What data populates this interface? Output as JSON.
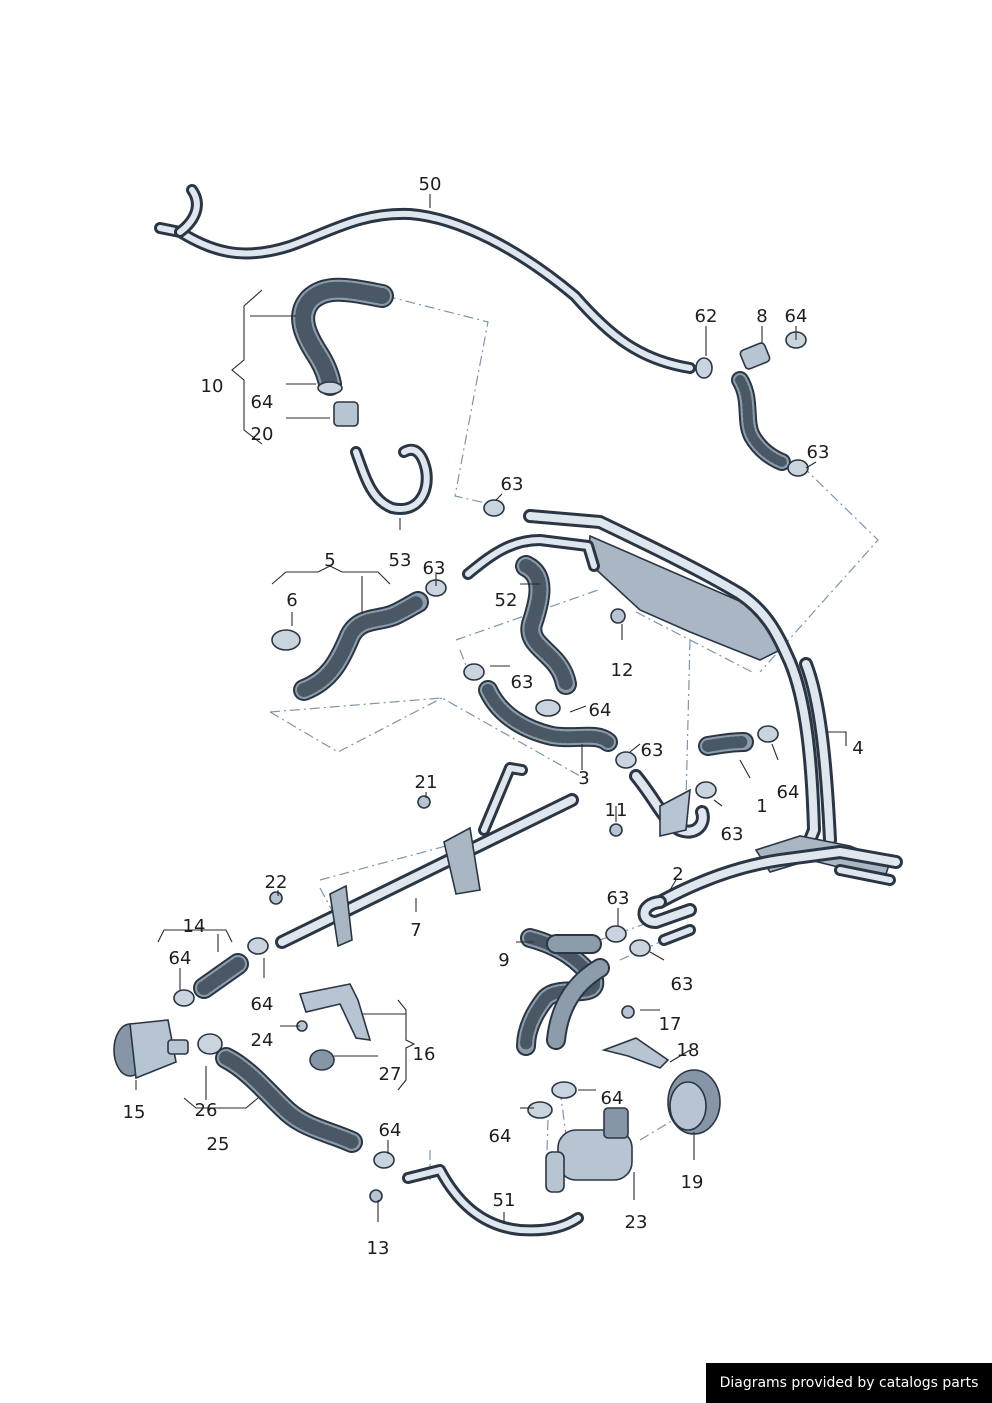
{
  "diagram": {
    "callouts": [
      "50",
      "62",
      "8",
      "64",
      "10",
      "64",
      "20",
      "63",
      "63",
      "53",
      "5",
      "63",
      "6",
      "52",
      "12",
      "63",
      "64",
      "3",
      "63",
      "4",
      "21",
      "64",
      "1",
      "11",
      "63",
      "2",
      "22",
      "7",
      "63",
      "9",
      "14",
      "64",
      "63",
      "64",
      "17",
      "24",
      "16",
      "18",
      "27",
      "15",
      "26",
      "64",
      "25",
      "64",
      "64",
      "19",
      "51",
      "23",
      "13"
    ]
  },
  "footer": {
    "credit": "Diagrams provided by catalogs parts"
  },
  "colors": {
    "line": "#2b3644",
    "tube_highlight": "#dfe6ee",
    "hose_fill": "#8c9cab",
    "dash_link": "#7f95aa",
    "credit_background": "#000000",
    "credit_text": "#ffffff"
  }
}
